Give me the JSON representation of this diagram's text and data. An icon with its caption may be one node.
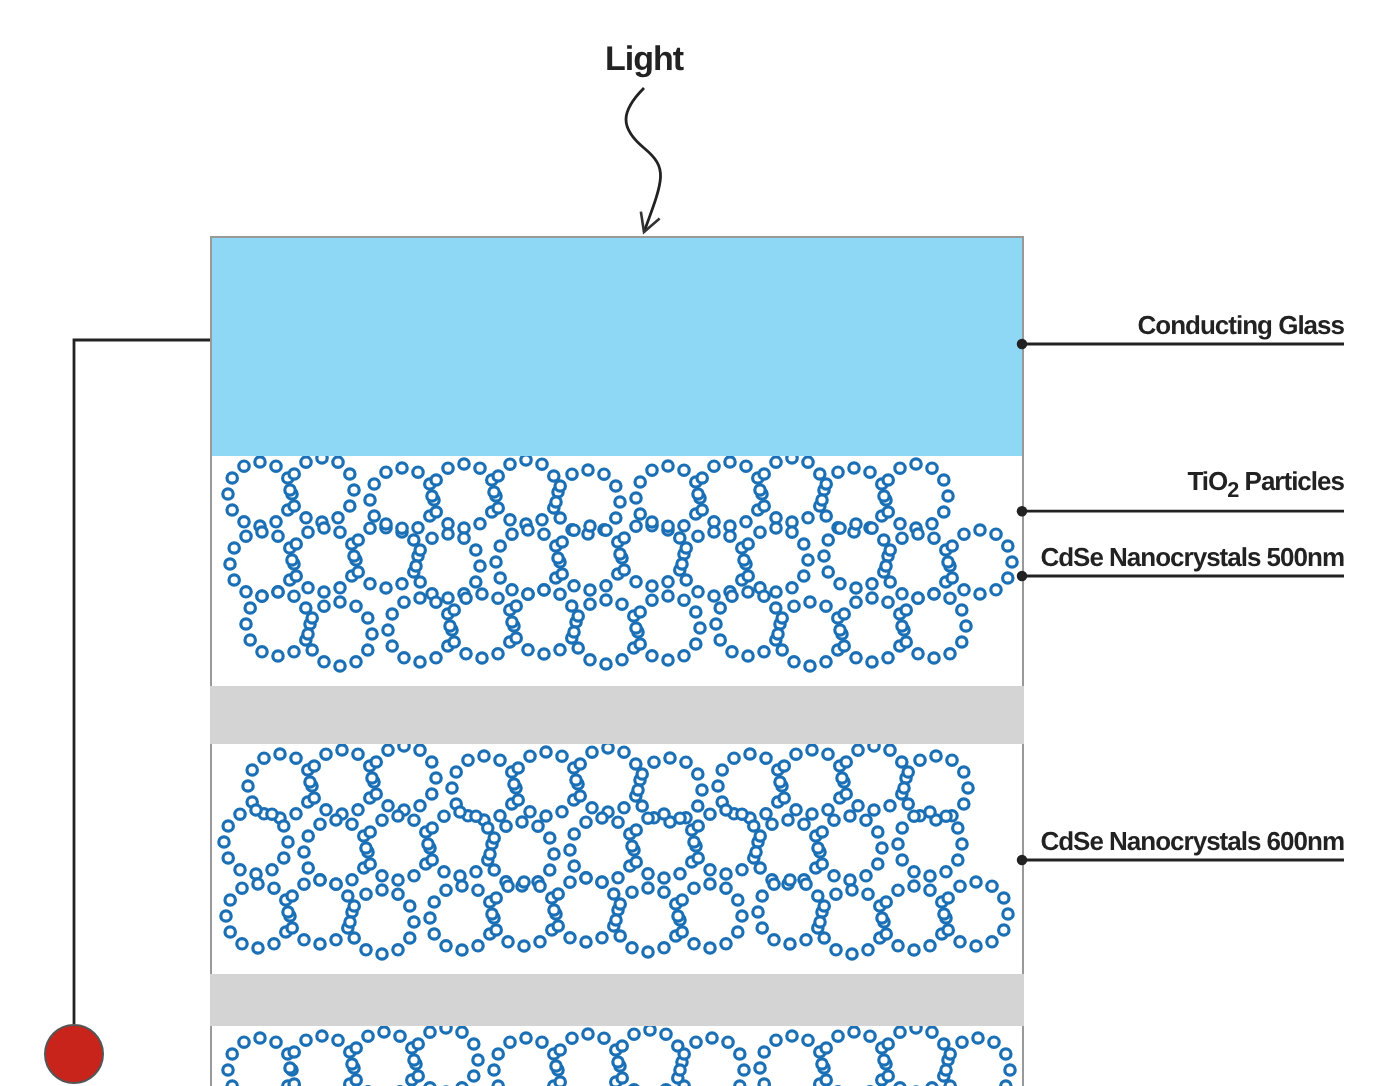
{
  "diagram": {
    "nodes": [
      {
        "text": [
          "Light"
        ]
      },
      {
        "text": [],
        "shape": "box"
      },
      {
        "text": [],
        "shape": "box"
      },
      {
        "text": [],
        "shape": "bar"
      },
      {
        "text": [],
        "shape": "box"
      },
      {
        "text": [],
        "shape": "bar"
      },
      {
        "text": [],
        "shape": "box"
      },
      {
        "text": [
          "Conducting Glass"
        ]
      },
      {
        "text": [
          "TiO$_{2}$ Particles"
        ]
      },
      {
        "text": [
          "CdSe Nanocrystals 500nm"
        ]
      },
      {
        "text": [
          "CdSe Nanocrystals 600nm"
        ]
      },
      {
        "text": [],
        "shape": "circle"
      }
    ],
    "edges": [
      {
        "from": 0,
        "to": 1,
        "arrow": "to"
      },
      {
        "from": 7,
        "to": 1,
        "arrow": "other"
      },
      {
        "from": 8,
        "to": 2,
        "arrow": "other"
      },
      {
        "from": 9,
        "to": 2,
        "arrow": "other"
      },
      {
        "from": 10,
        "to": 4,
        "arrow": "other"
      },
      {
        "from": 1,
        "to": 11,
        "arrow": "none"
      }
    ]
  }
}
